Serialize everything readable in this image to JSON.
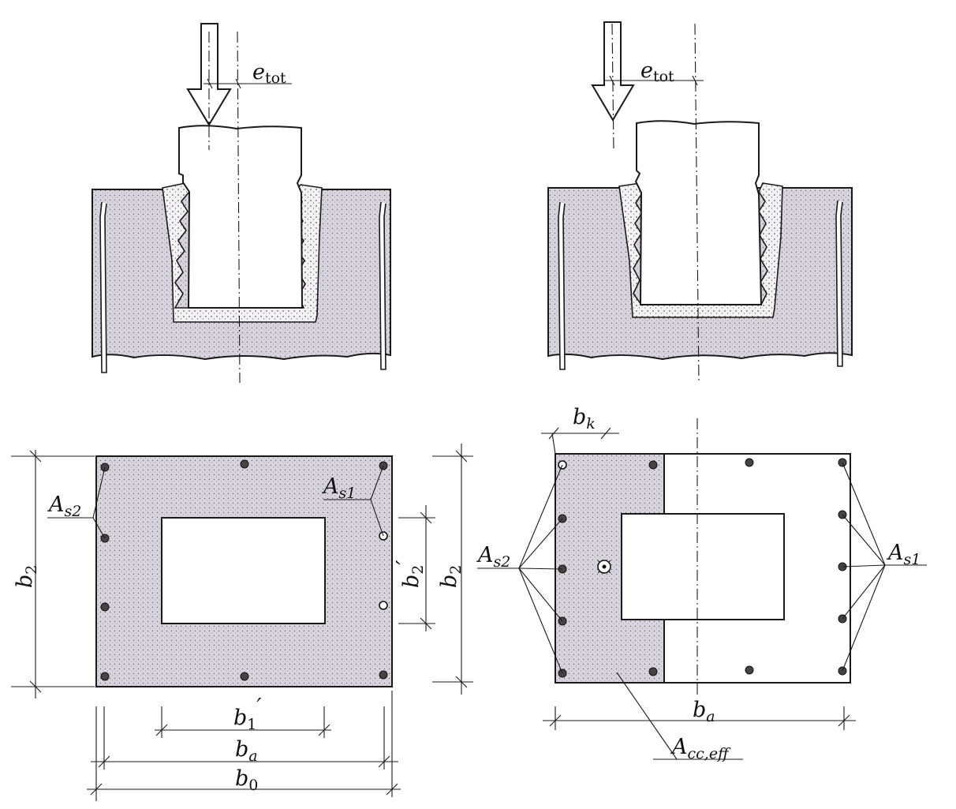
{
  "labels": {
    "e_tot_left": {
      "main": "e",
      "sub": "tot"
    },
    "e_tot_right": {
      "main": "e",
      "sub": "tot"
    },
    "As2_left": {
      "main": "A",
      "sub": "s2"
    },
    "As1_left": {
      "main": "A",
      "sub": "s1"
    },
    "b2_left": {
      "main": "b",
      "sub": "2"
    },
    "b2prime": {
      "main": "b",
      "sub": "2",
      "prime": "′"
    },
    "b2_mid": {
      "main": "b",
      "sub": "2"
    },
    "b1prime": {
      "main": "b",
      "sub": "1",
      "prime": "′"
    },
    "ba_left": {
      "main": "b",
      "sub": "a"
    },
    "b0": {
      "main": "b",
      "sub": "0"
    },
    "bk": {
      "main": "b",
      "sub": "k"
    },
    "As2_right": {
      "main": "A",
      "sub": "s2"
    },
    "As1_right": {
      "main": "A",
      "sub": "s1"
    },
    "ba_right": {
      "main": "b",
      "sub": "a"
    },
    "Acc_eff": {
      "main": "A",
      "sub": "cc,eff"
    }
  },
  "colors": {
    "concrete": "#d9d5de",
    "ink": "#1a1a1a",
    "bar": "#444444"
  }
}
